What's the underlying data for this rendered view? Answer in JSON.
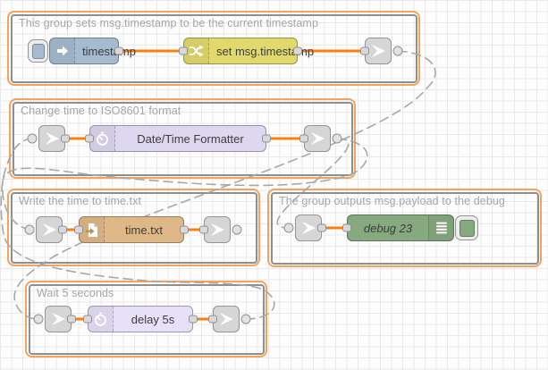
{
  "app": "node-red-flow-editor",
  "colors": {
    "selection_orange": "#f5a35c",
    "wire_orange": "#ff7f0e",
    "link_wire_gray": "#a8a8a8",
    "group_border_gray": "#8f8f8f",
    "inject_node": "#a6bbcf",
    "change_node": "#e2d96e",
    "formatter_node": "#ded7f0",
    "file_node": "#deb887",
    "debug_node": "#87a980",
    "delay_node": "#e6e0f8",
    "link_node": "#d6d6d6"
  },
  "groups": [
    {
      "label": "This group sets msg.timestamp to be the current timestamp"
    },
    {
      "label": "Change time to ISO8601 format"
    },
    {
      "label": "Write the time to time.txt"
    },
    {
      "label": "The group outputs msg.payload to the debug"
    },
    {
      "label": "Wait 5 seconds"
    }
  ],
  "nodes": {
    "inject": {
      "label": "timestamp",
      "icon": "arrow-right-icon"
    },
    "change": {
      "label": "set msg.timestamp",
      "icon": "shuffle-icon"
    },
    "formatter": {
      "label": "Date/Time Formatter",
      "icon": "timer-icon"
    },
    "file": {
      "label": "time.txt",
      "icon": "file-export-icon"
    },
    "debug": {
      "label": "debug 23",
      "icon": "list-bars-icon"
    },
    "delay": {
      "label": "delay 5s",
      "icon": "timer-icon"
    },
    "link": {
      "icon": "link-dart-icon"
    }
  }
}
